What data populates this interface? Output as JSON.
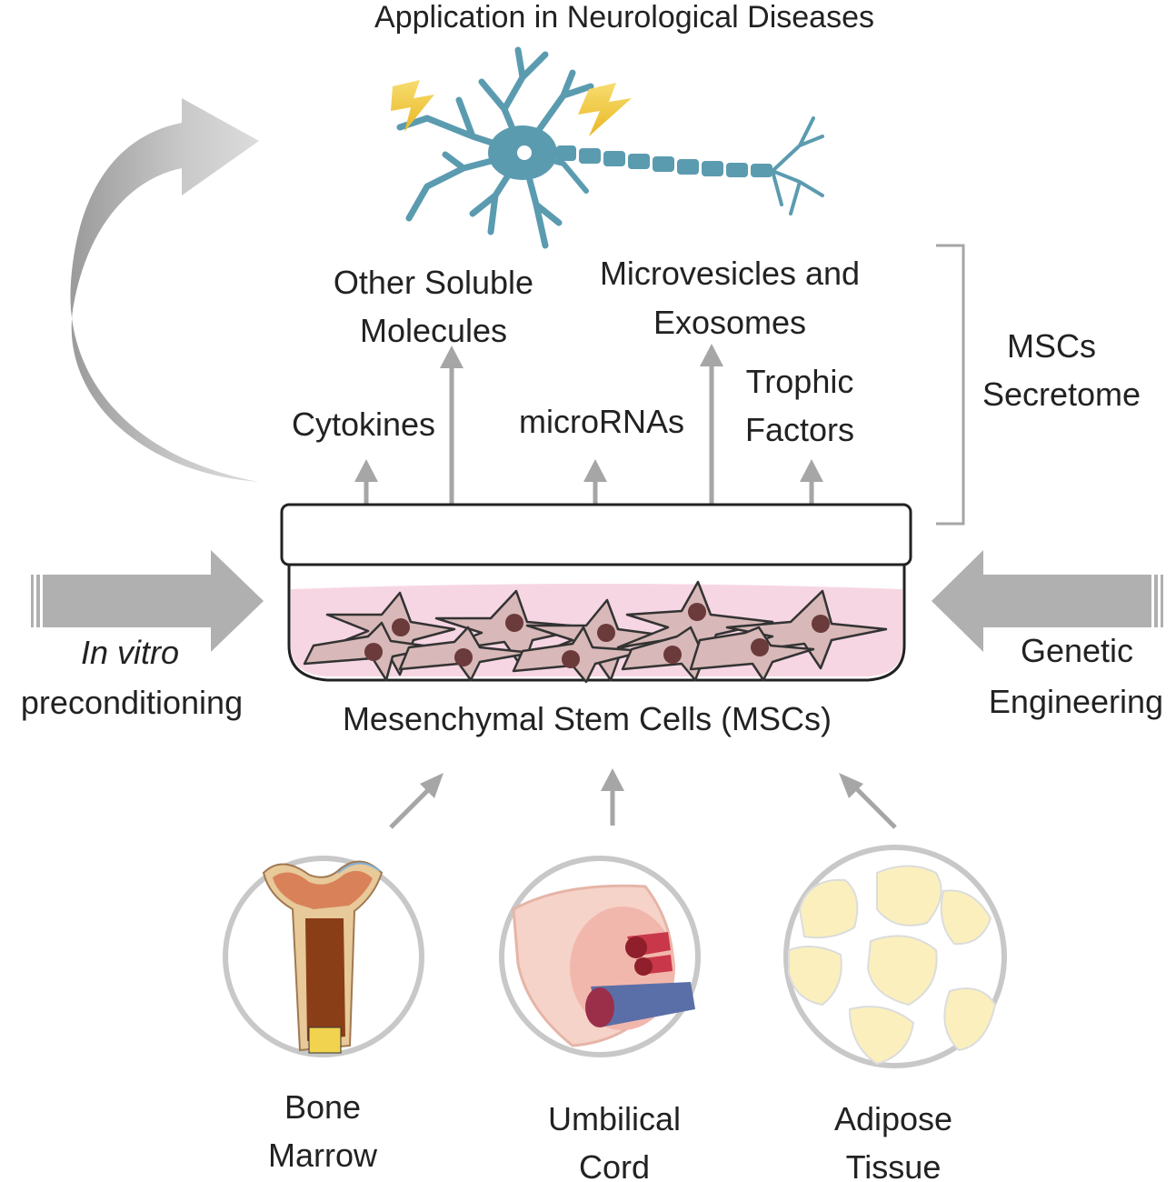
{
  "title": "Application in Neurological Diseases",
  "secretome": {
    "items": {
      "other_soluble_line1": "Other Soluble",
      "other_soluble_line2": "Molecules",
      "microvesicles_line1": "Microvesicles and",
      "microvesicles_line2": "Exosomes",
      "cytokines": "Cytokines",
      "micrornas": "microRNAs",
      "trophic_line1": "Trophic",
      "trophic_line2": "Factors"
    },
    "bracket_label_line1": "MSCs",
    "bracket_label_line2": "Secretome"
  },
  "center_label": "Mesenchymal Stem Cells (MSCs)",
  "left_input": {
    "line1_italic": "In vitro",
    "line2": "preconditioning"
  },
  "right_input": {
    "line1": "Genetic",
    "line2": "Engineering"
  },
  "sources": [
    {
      "line1": "Bone",
      "line2": "Marrow"
    },
    {
      "line1": "Umbilical",
      "line2": "Cord"
    },
    {
      "line1": "Adipose",
      "line2": "Tissue"
    }
  ],
  "colors": {
    "arrow_gray": "#b0b0b0",
    "arrow_dark": "#a6a6a6",
    "neuron": "#5b9bb0",
    "lightning": "#f2c94c",
    "dish_medium": "#f7d6e3",
    "cell_fill": "#d8b8b8",
    "cell_nucleus": "#6b3a3a",
    "fat_cell": "#fbf0bd",
    "circle_border": "#c8c8c8"
  }
}
